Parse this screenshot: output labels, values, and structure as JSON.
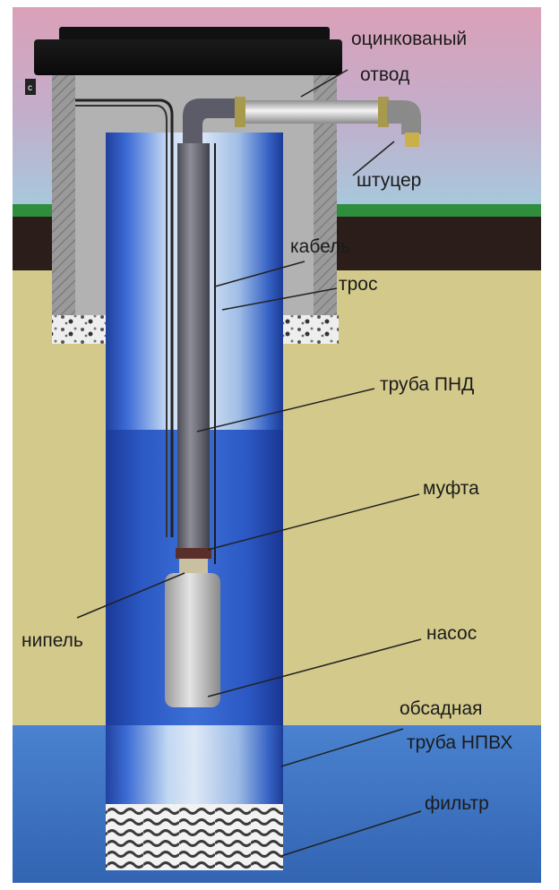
{
  "labels": {
    "galv_outlet_line1": "оцинкованый",
    "galv_outlet_line2": "отвод",
    "fitting": "штуцер",
    "cable": "кабель",
    "rope": "трос",
    "hdpe_pipe": "труба ПНД",
    "coupling": "муфта",
    "nipple": "нипель",
    "pump": "насос",
    "casing_line1": "обсадная",
    "casing_line2": "труба НПВХ",
    "filter": "фильтр"
  },
  "colors": {
    "sky_top": "#d9a3b9",
    "sky_bottom": "#a9c6dc",
    "grass": "#2e8b3d",
    "topsoil": "#2a1c18",
    "soil": "#d2c88a",
    "aquifer": "#3b78c8",
    "concrete": "#b4b4b4",
    "casing_dark": "#2f5db0",
    "pipe": "#6b6b78",
    "pump": "#c8c8c8"
  },
  "icons": {
    "rebar_mark": "c-mark-icon"
  }
}
